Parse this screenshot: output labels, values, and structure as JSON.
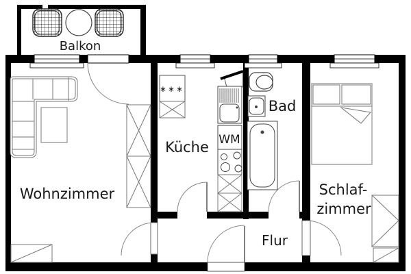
{
  "plan": {
    "rooms": {
      "balcony": {
        "label": "Balkon"
      },
      "living_room": {
        "label": "Wohnzimmer"
      },
      "kitchen": {
        "label": "Küche"
      },
      "bath": {
        "label": "Bad"
      },
      "bedroom": {
        "label_line1": "Schlaf-",
        "label_line2": "zimmer"
      },
      "hall": {
        "label": "Flur"
      }
    },
    "appliances": {
      "washing_machine_label": "WM",
      "fridge_label": "∗∗∗"
    },
    "colors": {
      "wall": "#000000",
      "background": "#ffffff",
      "furniture_line": "#777777",
      "fixture_line": "#444444",
      "text": "#1a1a1a"
    }
  }
}
